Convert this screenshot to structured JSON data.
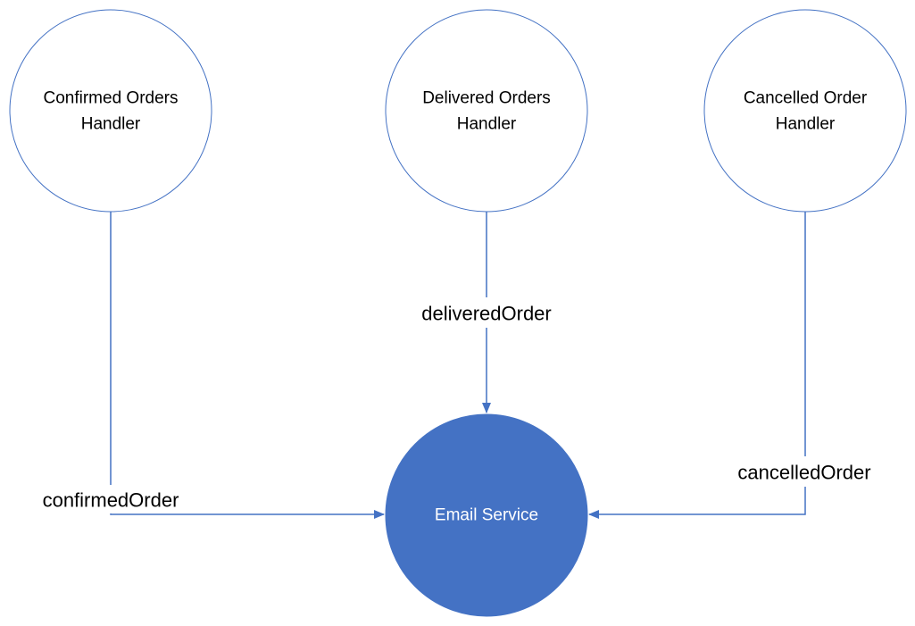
{
  "colors": {
    "accent": "#4472C4",
    "line": "#4472C4",
    "service_fill": "#4472C4",
    "handler_fill": "#FFFFFF",
    "text_dark": "#000000",
    "text_light": "#FFFFFF"
  },
  "nodes": {
    "confirmed": {
      "line1": "Confirmed Orders",
      "line2": "Handler"
    },
    "delivered": {
      "line1": "Delivered Orders",
      "line2": "Handler"
    },
    "cancelled": {
      "line1": "Cancelled Order",
      "line2": "Handler"
    },
    "email": {
      "label": "Email Service"
    }
  },
  "edges": {
    "confirmed": {
      "label": "confirmedOrder"
    },
    "delivered": {
      "label": "deliveredOrder"
    },
    "cancelled": {
      "label": "cancelledOrder"
    }
  }
}
